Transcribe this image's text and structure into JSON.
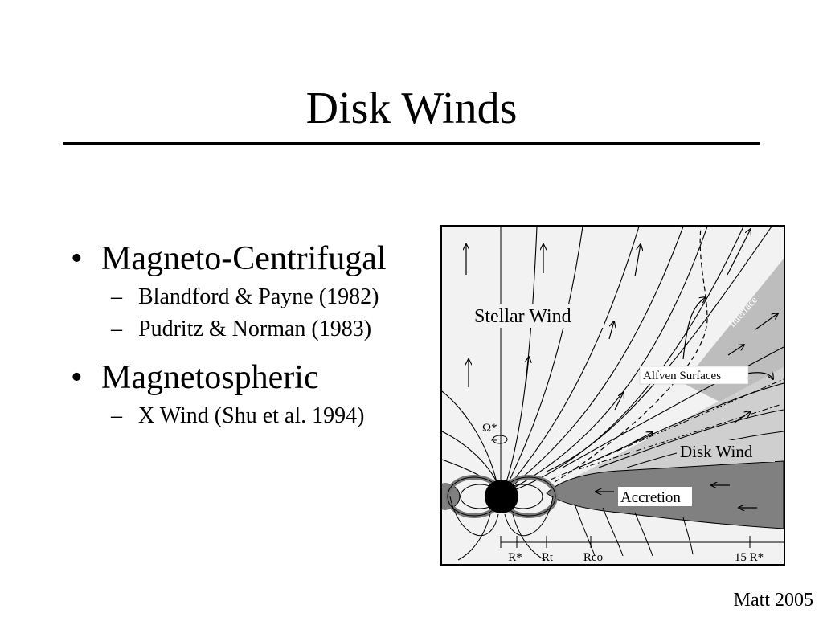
{
  "slide": {
    "title": "Disk Winds",
    "credit": "Matt 2005"
  },
  "bullets": [
    {
      "text": "Magneto-Centrifugal",
      "subs": [
        "Blandford & Payne (1982)",
        "Pudritz & Norman (1983)"
      ]
    },
    {
      "text": "Magnetospheric",
      "subs": [
        "X Wind (Shu et al. 1994)"
      ]
    }
  ],
  "figure": {
    "labels": {
      "stellar_wind": "Stellar Wind",
      "interface": "Interface",
      "alfven_surfaces": "Alfven Surfaces",
      "disk_wind": "Disk Wind",
      "accretion": "Accretion",
      "omega": "Ω*"
    },
    "axis_ticks": [
      "R*",
      "Rt",
      "Rco",
      "15 R*"
    ],
    "colors": {
      "stellar_wind_region": "#f2f2f2",
      "disk_wind_region": "#cfcfcf",
      "interface_band": "#bdbdbd",
      "accretion_disk": "#808080",
      "star": "#000000"
    }
  }
}
